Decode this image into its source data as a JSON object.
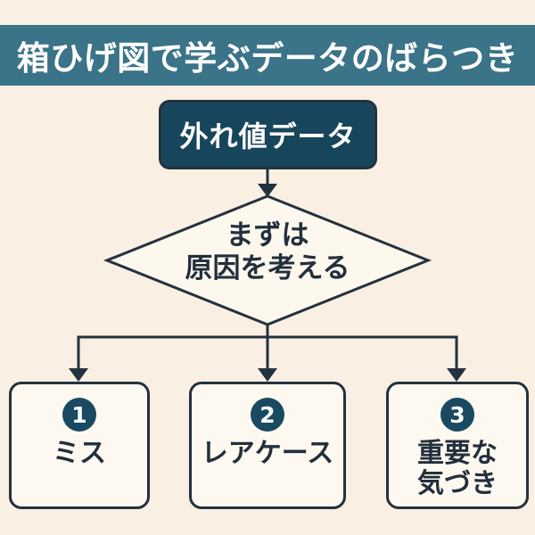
{
  "header": {
    "title": "箱ひげ図で学ぶデータのばらつき"
  },
  "flowchart": {
    "start": {
      "label": "外れ値データ"
    },
    "decision": {
      "label": "まずは\n原因を考える"
    },
    "outcomes": [
      {
        "number": "1",
        "label": "ミス"
      },
      {
        "number": "2",
        "label": "レアケース"
      },
      {
        "number": "3",
        "label": "重要な\n気づき"
      }
    ]
  },
  "colors": {
    "background": "#f9efe2",
    "header_bar": "#3b7389",
    "node_dark": "#17465c",
    "card_fill": "#fdf9f0",
    "outline": "#24313f",
    "badge": "#1a4a61",
    "text_dark": "#222f3c"
  }
}
